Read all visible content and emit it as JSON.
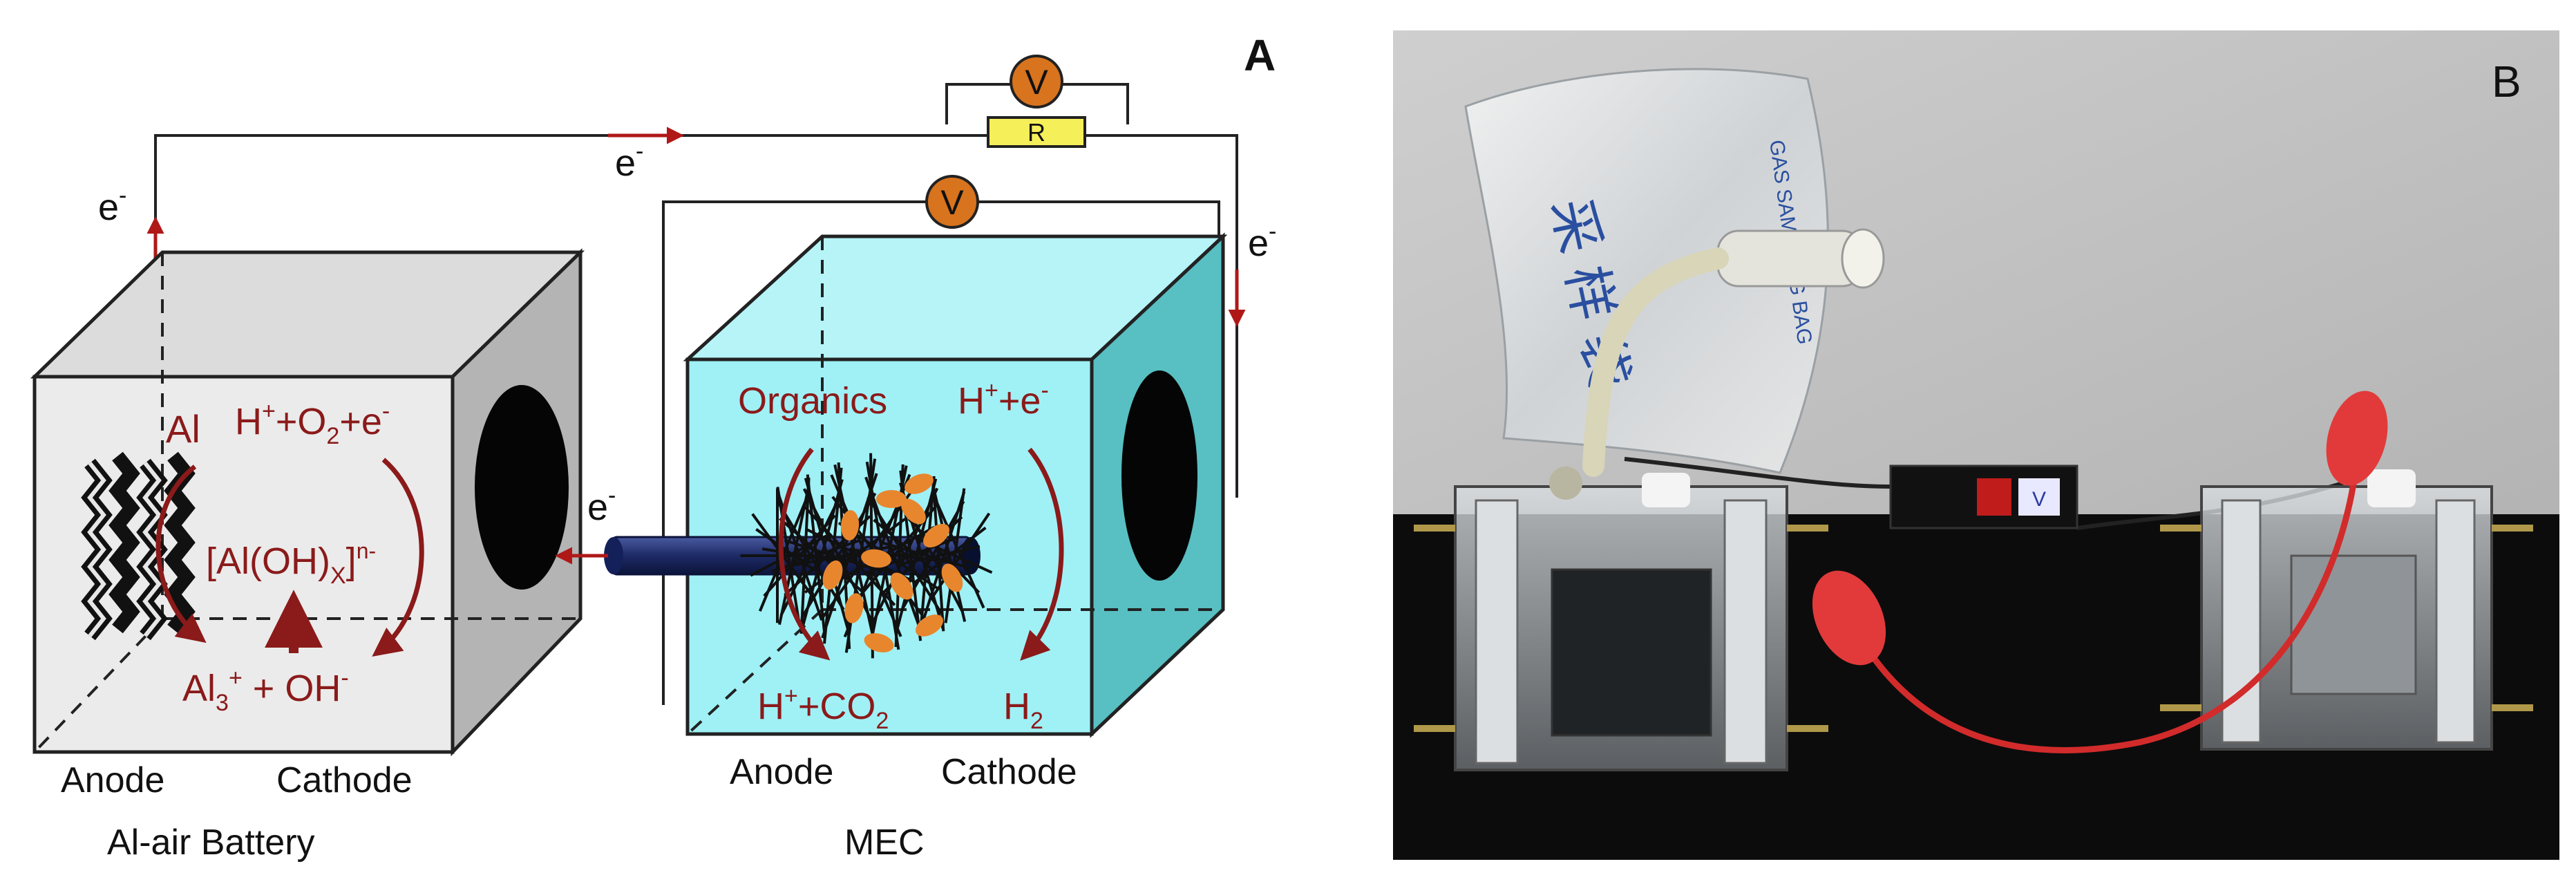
{
  "panel_a": {
    "letter": "A",
    "voltmeter_top": "V",
    "resistor": "R",
    "voltmeter_mid": "V",
    "electron": "e",
    "minus": "-",
    "battery": {
      "anode_metal": "Al",
      "cathode_reaction": {
        "h": "H",
        "plus": "+",
        "o": "+O",
        "two": "2",
        "e": "+e",
        "minus": "-"
      },
      "complex": {
        "main": "[Al(OH)",
        "x": "X",
        "close": "]",
        "charge": "n-"
      },
      "product": {
        "al": "Al",
        "three": "3",
        "plus": "+",
        "oh": " +  OH",
        "minus": "-"
      },
      "anode_label": "Anode",
      "cathode_label": "Cathode",
      "name": "Al-air Battery"
    },
    "mec": {
      "organics": "Organics",
      "proton": {
        "h": "H",
        "plus": "+",
        "e": "+e",
        "minus": "-"
      },
      "co2": {
        "h": "H",
        "plus": "+",
        "co": "+CO",
        "two": "2"
      },
      "h2": {
        "h": "H",
        "two": "2"
      },
      "anode_label": "Anode",
      "cathode_label": "Cathode",
      "name": "MEC"
    },
    "colors": {
      "battery_face": "#ebebeb",
      "battery_side": "#b4b4b4",
      "mec_face": "#9ff1f6",
      "mec_side": "#58bfc2",
      "reaction_text": "#8b1a1a",
      "voltmeter": "#d8731e",
      "resistor": "#f5ef5a",
      "rod": "#1d2a66"
    }
  },
  "panel_b": {
    "letter": "B",
    "bag_text": "GAS SAMPLING BAG",
    "bag_chars": "采 样 袋",
    "meter_label": "V"
  }
}
